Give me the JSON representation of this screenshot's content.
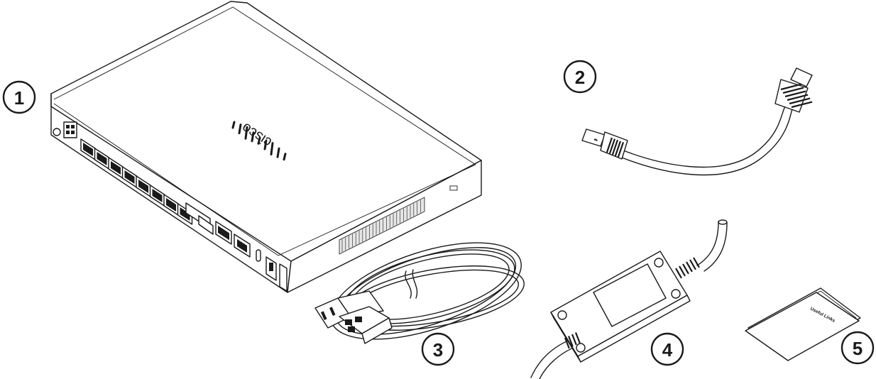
{
  "callouts": [
    "1",
    "2",
    "3",
    "4",
    "5"
  ],
  "router_logo": "cisco",
  "card_label": "Useful Links",
  "colors": {
    "line": "#1a1a1a",
    "background": "#ffffff"
  }
}
